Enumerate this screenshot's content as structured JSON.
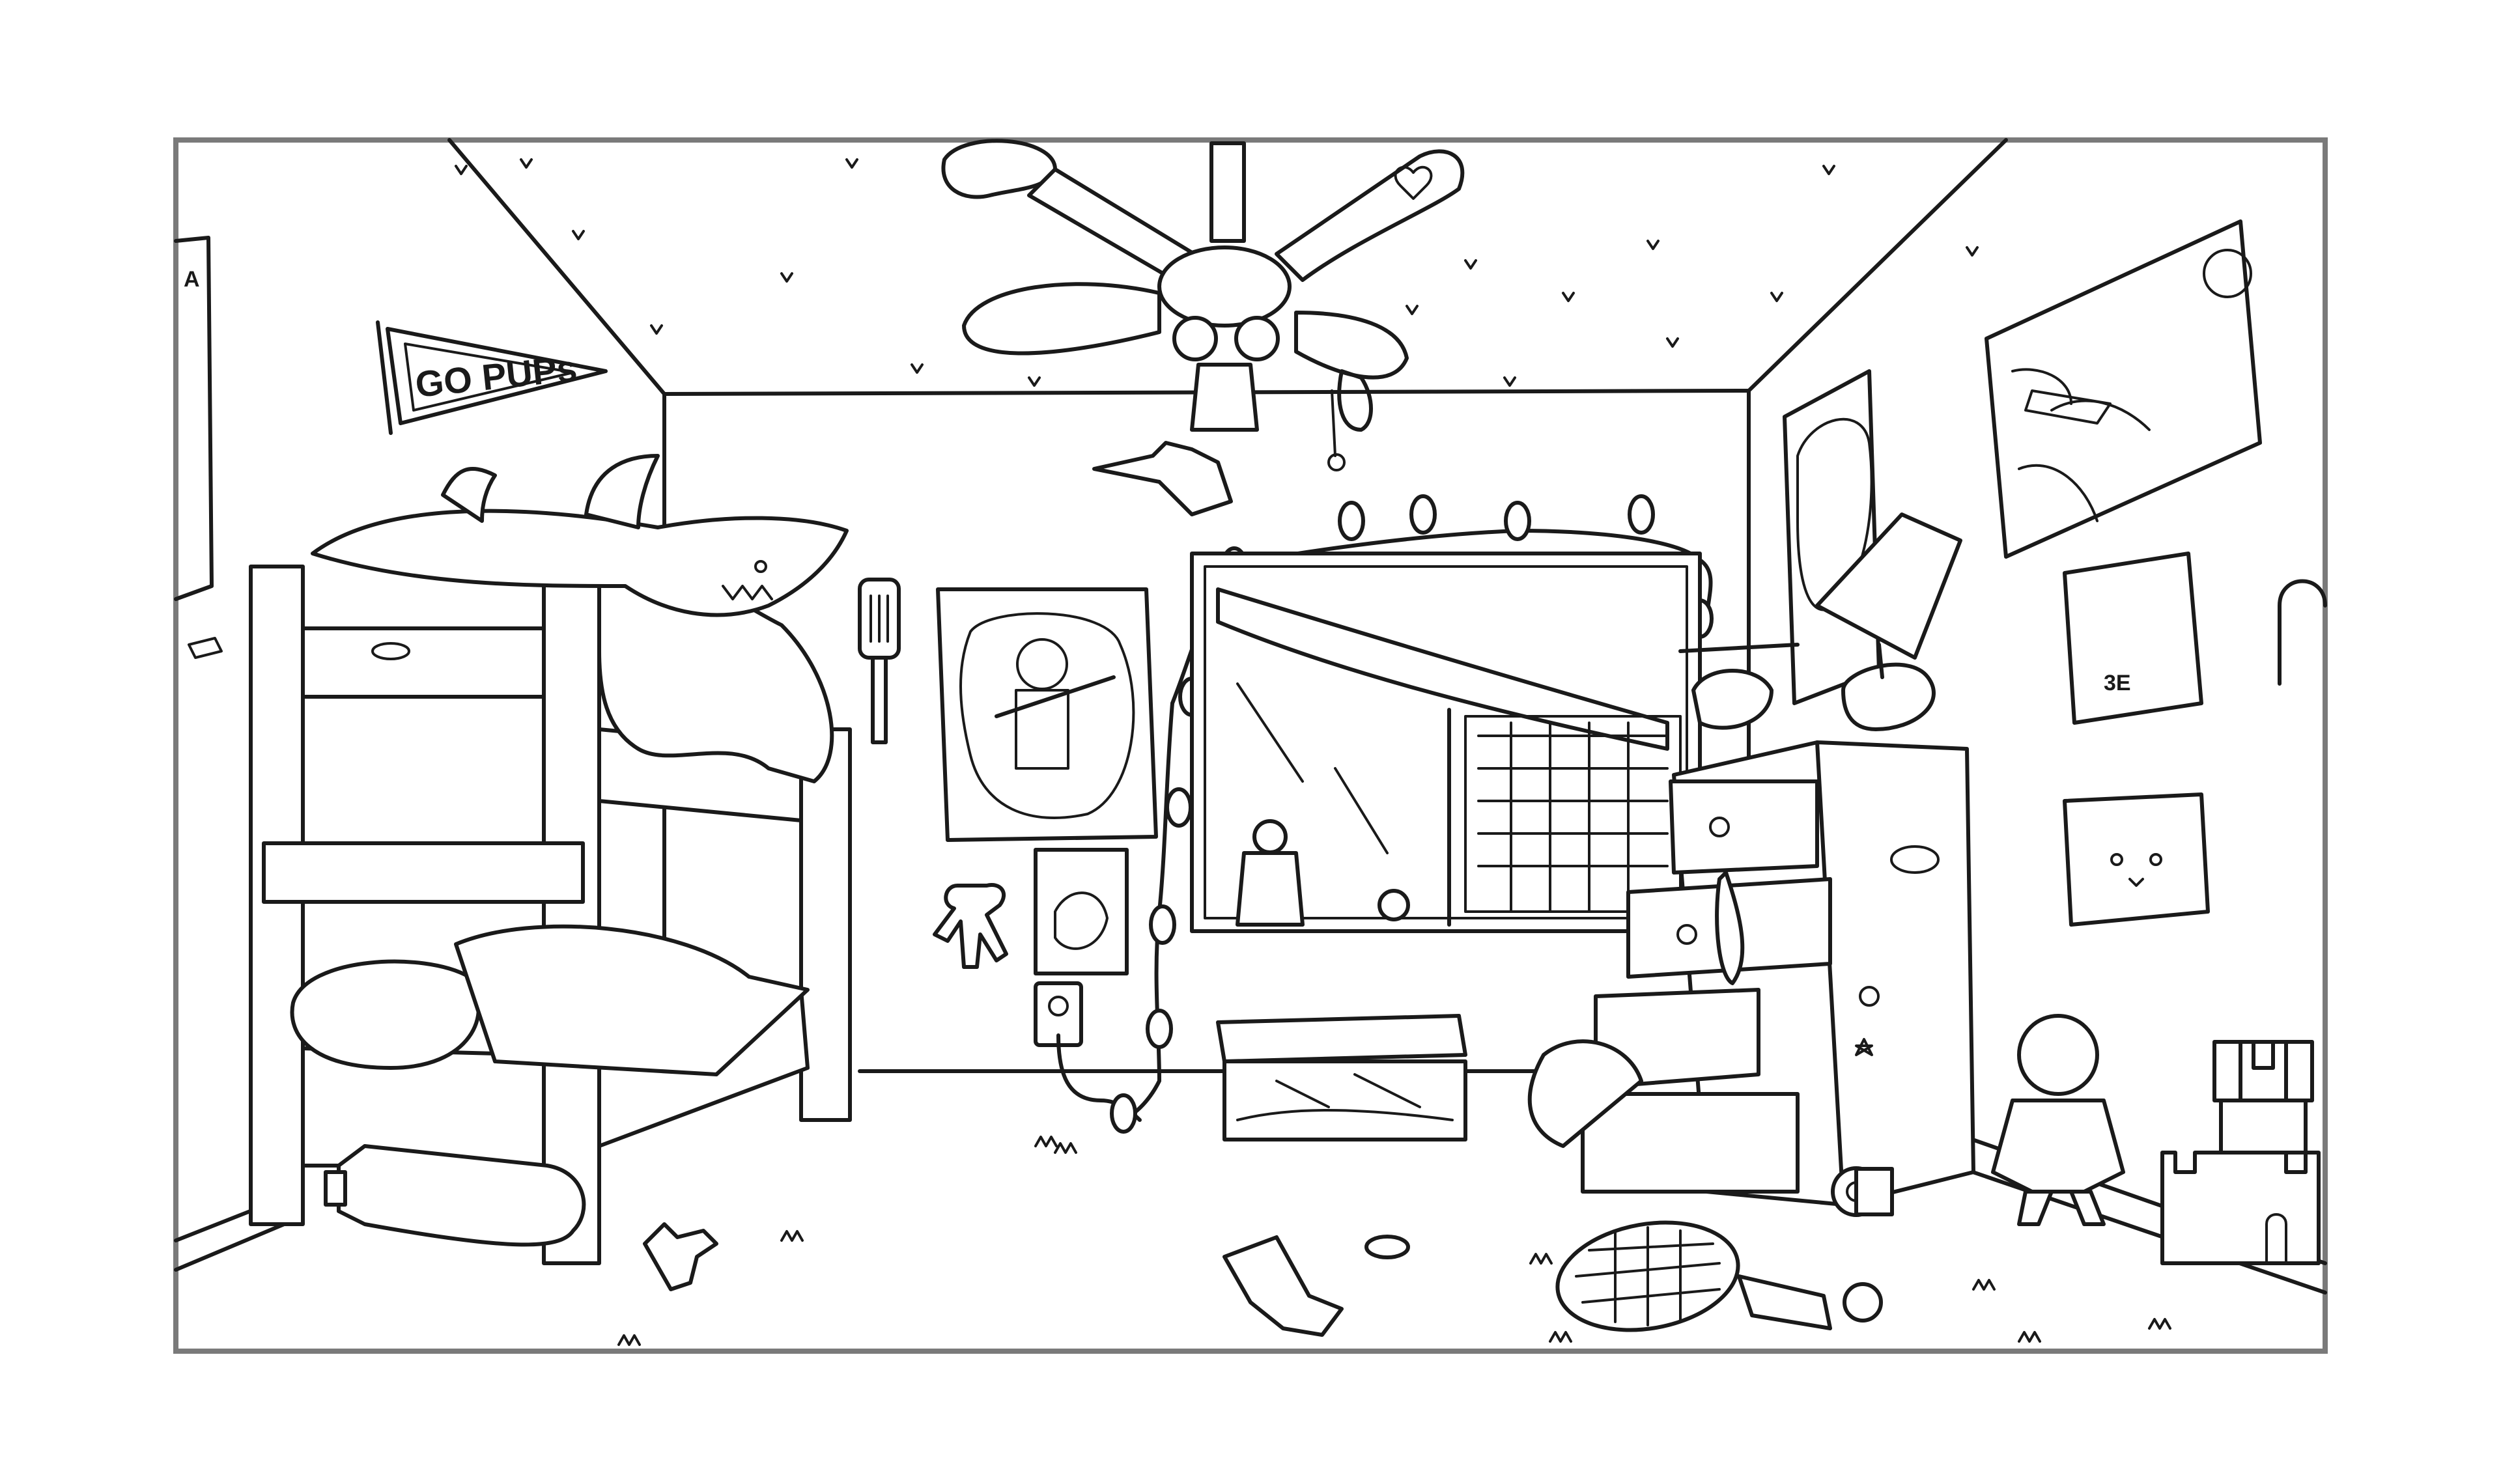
{
  "colors": {
    "ink": "#1a1a1a",
    "paper": "#ffffff",
    "frame": "#7a7a7a"
  },
  "pennant": {
    "text": "GO PUPs"
  },
  "poster_left_edge": {
    "letter": "A"
  },
  "sticker_text": {
    "monster_poster": "3E"
  }
}
